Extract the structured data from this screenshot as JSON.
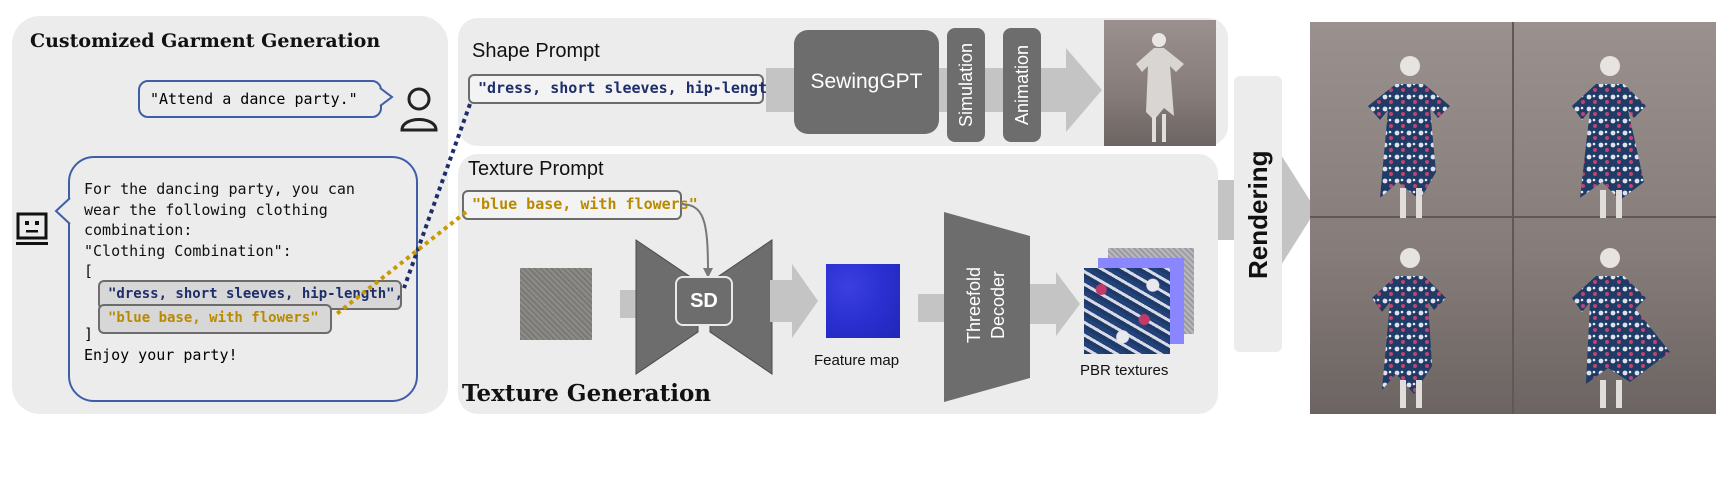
{
  "left_panel": {
    "title": "Customized Garment Generation",
    "user_message": "\"Attend a dance party.\"",
    "assistant_lines": [
      "For the dancing party, you can",
      "wear the following clothing",
      "combination:",
      "\"Clothing Combination\":",
      "["
    ],
    "shape_item": "\"dress, short sleeves, hip-length\",",
    "texture_item": "\"blue base, with flowers\"",
    "close_bracket": "]",
    "closing": "Enjoy your party!",
    "icons": [
      "user-icon",
      "robot-icon"
    ]
  },
  "shape_panel": {
    "label": "Shape Prompt",
    "prompt": "\"dress, short sleeves, hip-length\"",
    "model": "SewingGPT",
    "stage1": "Simulation",
    "stage2": "Animation"
  },
  "texture_panel": {
    "label": "Texture Prompt",
    "prompt": "\"blue base, with flowers\"",
    "sd_label": "SD",
    "feature_label": "Feature map",
    "decoder_label": "Threefold Decoder",
    "pbr_label": "PBR textures",
    "title": "Texture Generation"
  },
  "rendering_label": "Rendering",
  "colors": {
    "shape_prompt": "#1d2e6b",
    "texture_prompt": "#b98a00",
    "panel": "#ececec",
    "dark_box": "#6d6d6d",
    "feature_map": "#2a2fd0"
  }
}
